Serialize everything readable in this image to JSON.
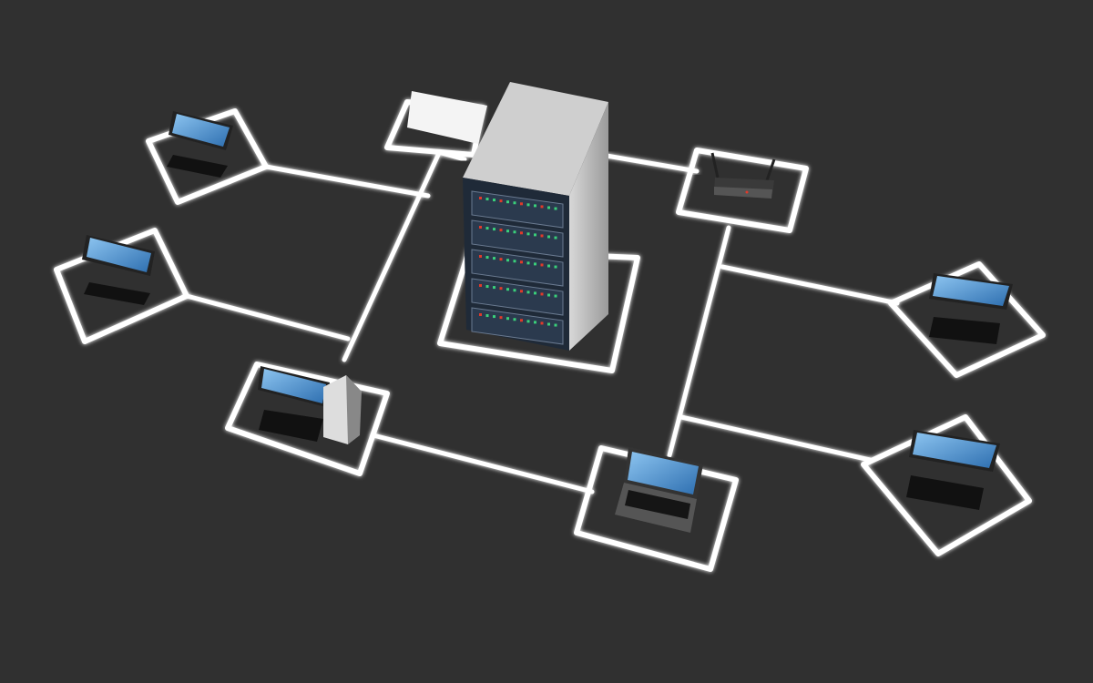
{
  "colors": {
    "background": "#303030",
    "links": "#ffffff",
    "screen": "#4a8fd0",
    "server_body": "#b8b8b8",
    "server_leds_red": "#e03a2a",
    "server_leds_green": "#3ad07a"
  },
  "nodes": [
    {
      "icon": "monitor-icon",
      "kind": "workstation"
    },
    {
      "icon": "monitor-icon",
      "kind": "workstation"
    },
    {
      "icon": "desktop-tower-icon",
      "kind": "desktop"
    },
    {
      "icon": "laptop-icon",
      "kind": "laptop"
    },
    {
      "icon": "laptop-icon",
      "kind": "laptop"
    },
    {
      "icon": "server-rack-icon",
      "kind": "server"
    },
    {
      "icon": "router-icon",
      "kind": "router"
    },
    {
      "icon": "monitor-icon",
      "kind": "workstation"
    },
    {
      "icon": "monitor-icon",
      "kind": "workstation"
    }
  ]
}
